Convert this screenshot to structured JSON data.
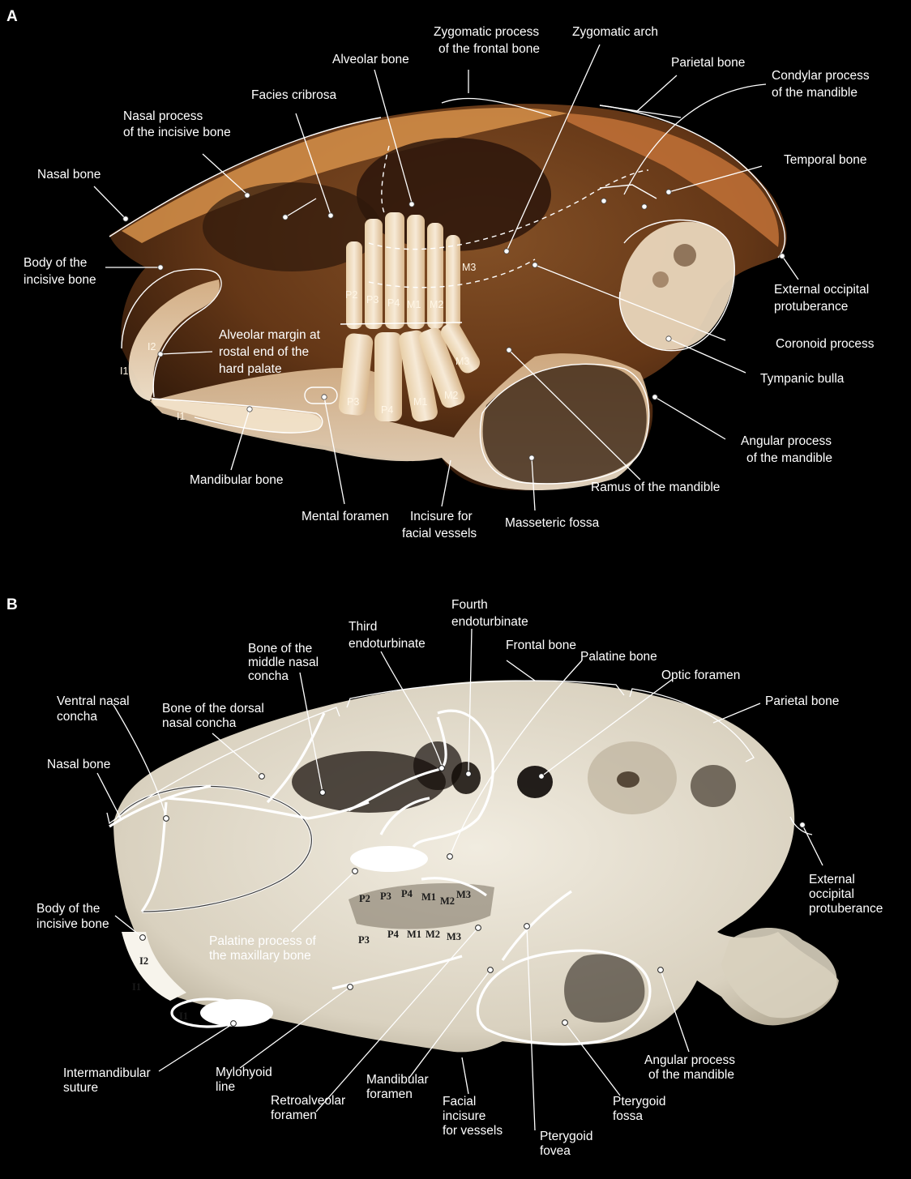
{
  "panels": {
    "a": {
      "letter": "A",
      "labels": {
        "zygomatic_process_frontal": [
          "Zygomatic process",
          "of the frontal bone"
        ],
        "zygomatic_arch": [
          "Zygomatic arch"
        ],
        "alveolar_bone": [
          "Alveolar bone"
        ],
        "parietal_bone": [
          "Parietal bone"
        ],
        "condylar_process": [
          "Condylar process",
          "of the mandible"
        ],
        "facies_cribrosa": [
          "Facies cribrosa"
        ],
        "nasal_process_incisive": [
          "Nasal process",
          "of the incisive bone"
        ],
        "temporal_bone": [
          "Temporal bone"
        ],
        "nasal_bone": [
          "Nasal bone"
        ],
        "body_incisive": [
          "Body of the",
          "incisive bone"
        ],
        "external_occipital": [
          "External occipital",
          "protuberance"
        ],
        "coronoid_process": [
          "Coronoid process"
        ],
        "alveolar_margin": [
          "Alveolar margin at",
          "rostal end of the",
          "hard palate"
        ],
        "tympanic_bulla": [
          "Tympanic bulla"
        ],
        "angular_process": [
          "Angular process",
          "of the mandible"
        ],
        "mandibular_bone": [
          "Mandibular bone"
        ],
        "ramus": [
          "Ramus of the mandible"
        ],
        "mental_foramen": [
          "Mental foramen"
        ],
        "incisure_facial": [
          "Incisure for",
          "facial vessels"
        ],
        "masseteric_fossa": [
          "Masseteric fossa"
        ]
      },
      "teeth": {
        "upper": [
          "P2",
          "P3",
          "P4",
          "M1",
          "M2",
          "M3"
        ],
        "lower": [
          "P3",
          "P4",
          "M1",
          "M2",
          "M3"
        ],
        "incisors": [
          "I2",
          "I1",
          "I1"
        ]
      }
    },
    "b": {
      "letter": "B",
      "labels": {
        "fourth_endoturbinate": [
          "Fourth",
          "endoturbinate"
        ],
        "third_endoturbinate": [
          "Third",
          "endoturbinate"
        ],
        "frontal_bone": [
          "Frontal bone"
        ],
        "palatine_bone": [
          "Palatine bone"
        ],
        "middle_nasal_concha": [
          "Bone of the",
          "middle nasal",
          "concha"
        ],
        "optic_foramen": [
          "Optic foramen"
        ],
        "ventral_nasal_concha": [
          "Ventral nasal",
          "concha"
        ],
        "dorsal_nasal_concha": [
          "Bone of the dorsal",
          "nasal concha"
        ],
        "parietal_bone": [
          "Parietal bone"
        ],
        "nasal_bone": [
          "Nasal bone"
        ],
        "external_occipital": [
          "External",
          "occipital",
          "protuberance"
        ],
        "body_incisive": [
          "Body of the",
          "incisive bone"
        ],
        "palatine_process": [
          "Palatine process of",
          "the maxillary bone"
        ],
        "angular_process": [
          "Angular process",
          "of the mandible"
        ],
        "intermandibular_suture": [
          "Intermandibular",
          "suture"
        ],
        "mylohyoid_line": [
          "Mylohyoid",
          "line"
        ],
        "mandibular_foramen": [
          "Mandibular",
          "foramen"
        ],
        "pterygoid_fossa": [
          "Pterygoid",
          "fossa"
        ],
        "retroalveolar_foramen": [
          "Retroalveolar",
          "foramen"
        ],
        "facial_incisure": [
          "Facial",
          "incisure",
          "for vessels"
        ],
        "pterygoid_fovea": [
          "Pterygoid",
          "fovea"
        ]
      },
      "teeth": {
        "upper": [
          "P2",
          "P3",
          "P4",
          "M1",
          "M2",
          "M3"
        ],
        "lower": [
          "P3",
          "P4",
          "M1",
          "M2",
          "M3"
        ],
        "incisors": [
          "I2",
          "I1",
          "I1"
        ]
      }
    }
  },
  "colors": {
    "background": "#000000",
    "label": "#ffffff",
    "skull_a": "#c98a4a",
    "skull_a_light": "#f2dcc0",
    "skull_b": "#e9e3d4"
  }
}
